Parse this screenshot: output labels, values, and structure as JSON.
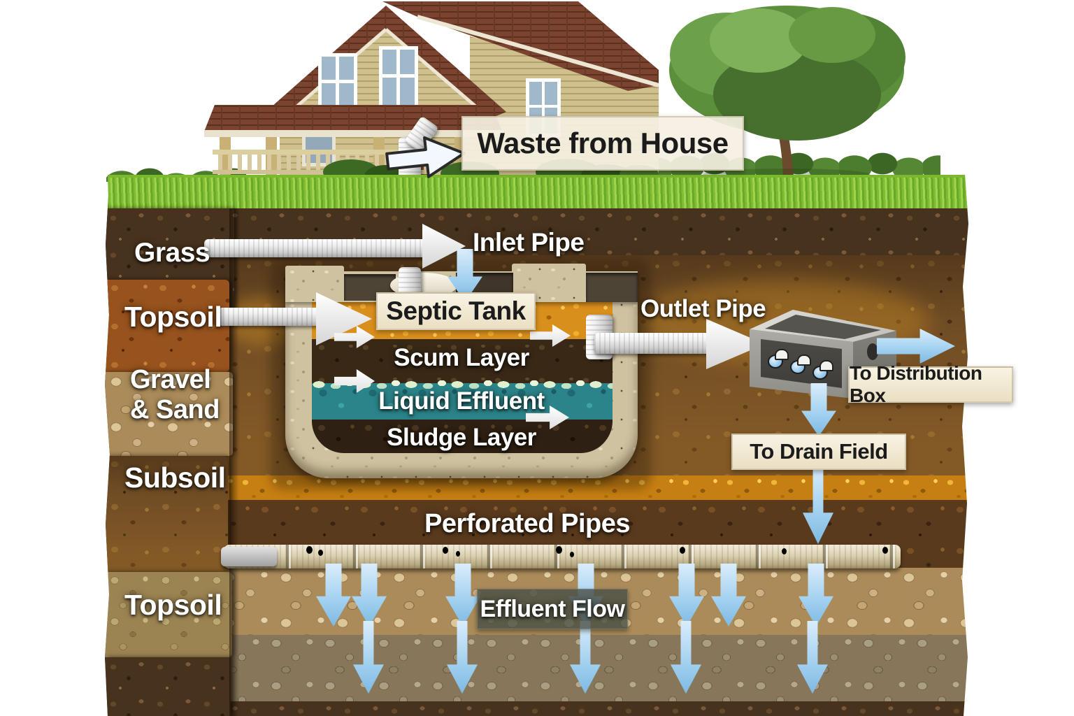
{
  "diagram": {
    "labels": {
      "waste_from_house": "Waste from House",
      "inlet_pipe": "Inlet Pipe",
      "septic_tank": "Septic Tank",
      "outlet_pipe": "Outlet Pipe",
      "scum_layer": "Scum Layer",
      "liquid_effluent": "Liquid Effluent",
      "sludge_layer": "Sludge Layer",
      "to_distribution_box": "To Distribution Box",
      "to_drain_field": "To Drain Field",
      "perforated_pipes": "Perforated Pipes",
      "effluent_flow": "Effluent Flow"
    },
    "soil_profile": [
      {
        "label": "Grass"
      },
      {
        "label": "Topsoil"
      },
      {
        "label": "Gravel & Sand"
      },
      {
        "label": "Subsoil"
      },
      {
        "label": "Topsoil"
      }
    ],
    "colors": {
      "grass_green": "#6fb024",
      "topsoil_dark_brown": "#47321d",
      "rust_topsoil": "#97521d",
      "gravel_sand_tan": "#ab8b59",
      "gold_gravel": "#c67f12",
      "effluent_teal": "#2e8a8e",
      "scum_brown": "#3a2a17",
      "amber_top_layer": "#d98f1c",
      "flow_arrow_blue": "#a5d2f0",
      "label_plate_cream": "#f2ead4",
      "label_text_dark": "#1b1b1b",
      "tank_concrete_beige": "#cfc2a0",
      "distribution_box_gray": "#8e8c86",
      "pipe_white": "#f1f1f1"
    }
  }
}
